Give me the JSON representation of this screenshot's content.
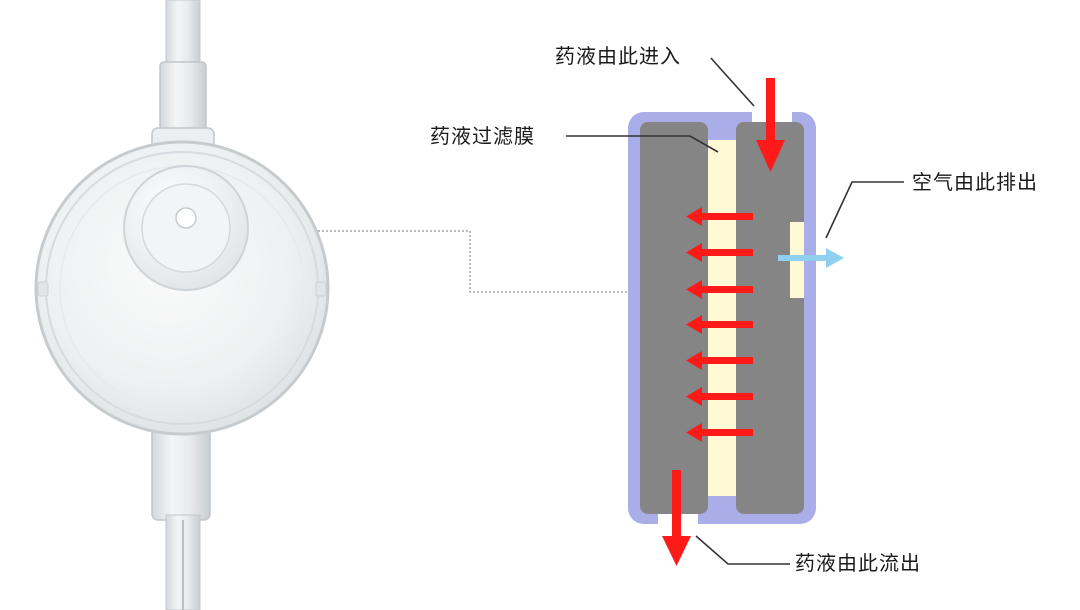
{
  "labels": {
    "inlet": "药液由此进入",
    "membrane": "药液过滤膜",
    "air_outlet": "空气由此排出",
    "outlet": "药液由此流出"
  },
  "colors": {
    "housing": "#a9aee9",
    "chamber": "#858585",
    "membrane": "#fff9d6",
    "flow_arrow": "#ff1a1a",
    "air_arrow": "#8fd0f0",
    "leader_line": "#333333",
    "tube": "#e4e7ea"
  }
}
